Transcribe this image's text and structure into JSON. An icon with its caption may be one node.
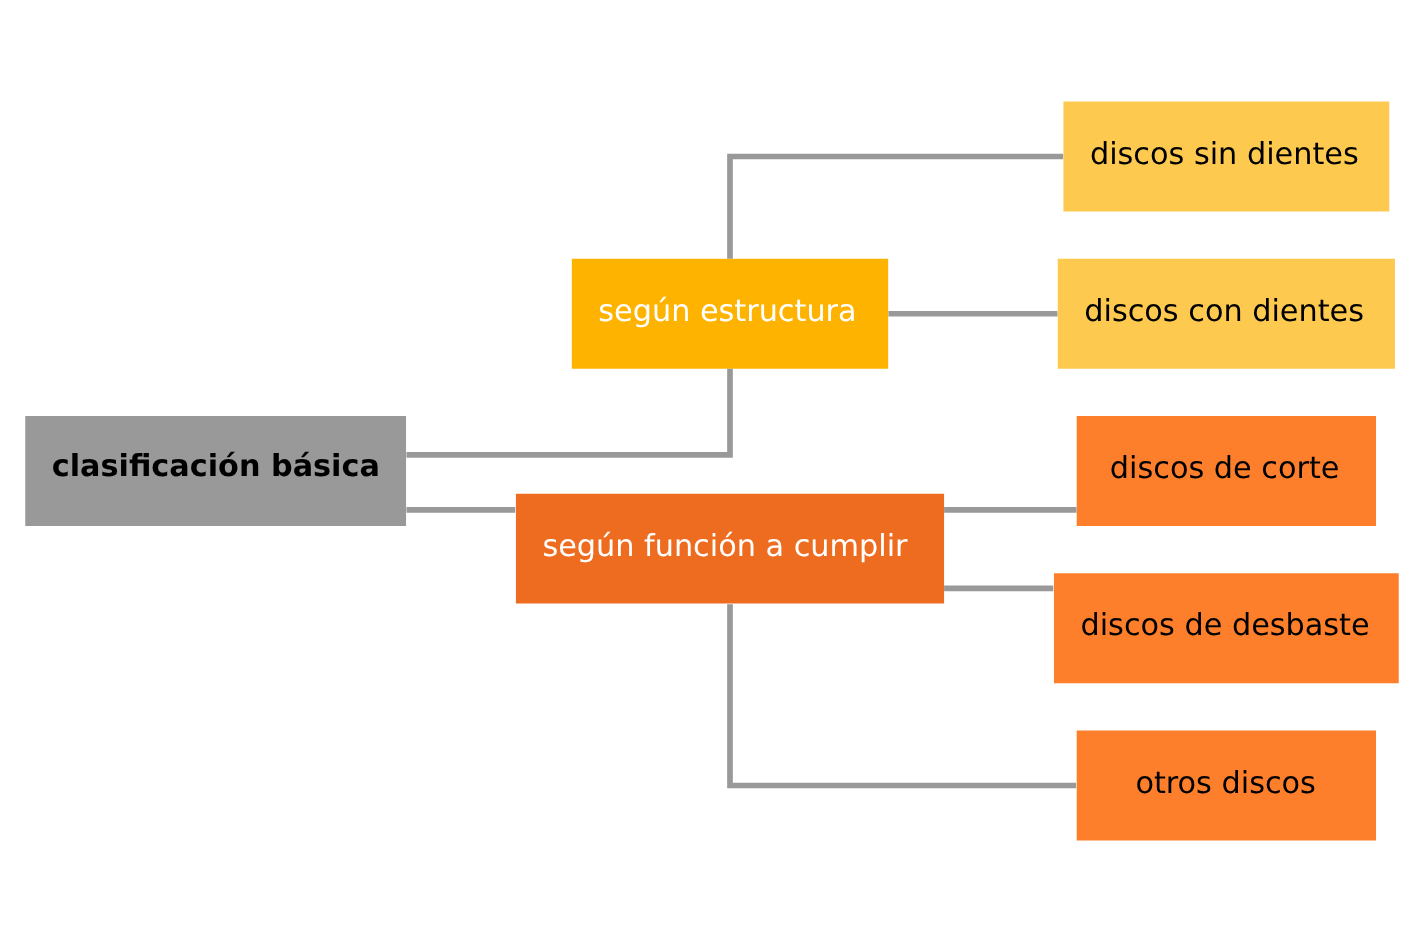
{
  "diagram": {
    "nodes": [
      {
        "text": [
          "clasificación básica"
        ]
      },
      {
        "text": [
          "según estructura"
        ]
      },
      {
        "text": [
          "según función a cumplir"
        ]
      },
      {
        "text": [
          "discos sin dientes"
        ]
      },
      {
        "text": [
          "discos con dientes"
        ]
      },
      {
        "text": [
          "discos de corte"
        ]
      },
      {
        "text": [
          "discos de desbaste"
        ]
      },
      {
        "text": [
          "otros discos"
        ]
      }
    ],
    "edges": [
      {
        "from": 0,
        "to": 1,
        "arrow": "none"
      },
      {
        "from": 0,
        "to": 2,
        "arrow": "none"
      },
      {
        "from": 1,
        "to": 3,
        "arrow": "none"
      },
      {
        "from": 1,
        "to": 4,
        "arrow": "none"
      },
      {
        "from": 2,
        "to": 5,
        "arrow": "none"
      },
      {
        "from": 2,
        "to": 6,
        "arrow": "none"
      },
      {
        "from": 2,
        "to": 7,
        "arrow": "none"
      }
    ]
  }
}
